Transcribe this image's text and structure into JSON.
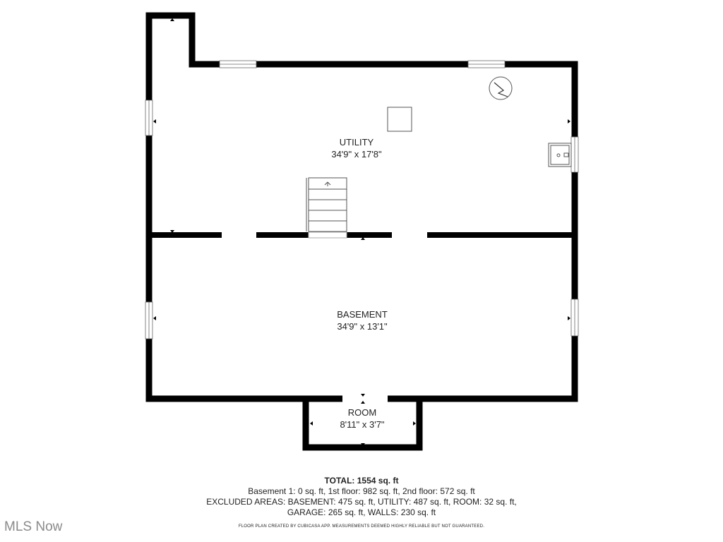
{
  "rooms": [
    {
      "name": "UTILITY",
      "dims": "34'9\" x 17'8\""
    },
    {
      "name": "BASEMENT",
      "dims": "34'9\" x 13'1\""
    },
    {
      "name": "ROOM",
      "dims": "8'11\" x 3'7\""
    }
  ],
  "summary": {
    "total": "TOTAL: 1554 sq. ft",
    "floors": "Basement 1: 0 sq. ft, 1st floor: 982 sq. ft, 2nd floor: 572 sq. ft",
    "excluded_1": "EXCLUDED AREAS: BASEMENT: 475 sq. ft, UTILITY: 487 sq. ft, ROOM: 32 sq. ft,",
    "excluded_2": "GARAGE: 265 sq. ft, WALLS: 230 sq. ft"
  },
  "disclaimer": "FLOOR PLAN CREATED BY CUBICASA APP. MEASUREMENTS DEEMED HIGHLY RELIABLE BUT NOT GUARANTEED.",
  "watermark": "MLS Now",
  "colors": {
    "wall": "#000000",
    "background": "#ffffff",
    "watermark": "#8a8a8a"
  }
}
